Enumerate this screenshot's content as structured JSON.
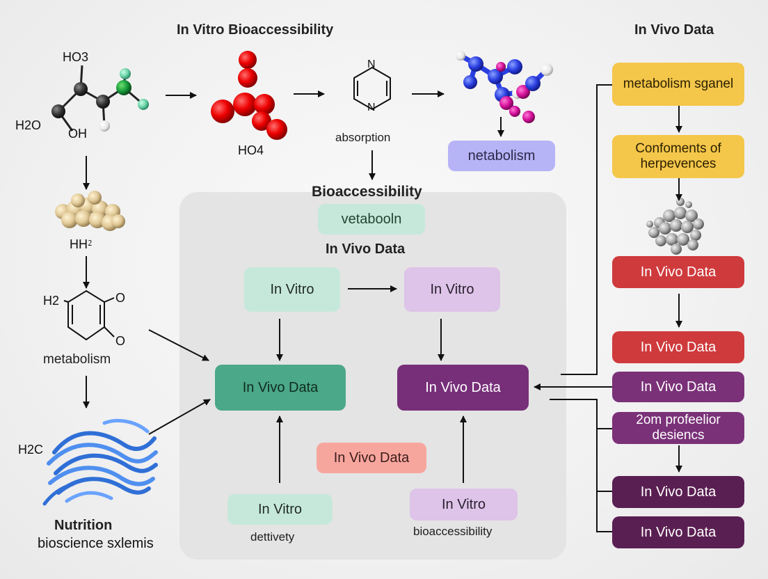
{
  "titles": {
    "in_vitro_bioaccessibility": "In Vitro Bioaccessibility",
    "in_vivo_data_top_right": "In Vivo Data",
    "bioaccessibility": "Bioaccessibility",
    "in_vivo_data_center": "In Vivo Data",
    "nutrition_line1": "Nutrition",
    "nutrition_line2": "bioscience sxlemis"
  },
  "labels": {
    "ho3": "HO3",
    "h2o": "H2O",
    "oh": "OH",
    "ho4": "HO4",
    "absorption": "absorption",
    "hh": "HH⁲",
    "h2_ring": "H2",
    "o_top": "O",
    "o_bottom": "O",
    "n_top": "N",
    "n_bottom": "N",
    "metabolism_left": "metabolism",
    "h2c": "H2C",
    "dettivety": "dettivety",
    "bioaccessibility_small": "bioaccessibility"
  },
  "boxes": {
    "netabolism": "netabolism",
    "vetaboln": "vetabooln",
    "in_vitro_1": "In Vitro",
    "in_vitro_2": "In Vitro",
    "in_vivo_green": "In Vivo Data",
    "in_vivo_purple": "In Vivo Data",
    "in_vivo_salmon": "In Vivo Data",
    "in_vitro_bottom_left": "In Vitro",
    "in_vitro_bottom_right": "In Vitro",
    "right_1": "metabolism sganel",
    "right_2": "Confoments of herpevences",
    "right_3": "In Vivo Data",
    "right_4": "In Vivo Data",
    "right_5": "In Vivo Data",
    "right_6": "2om profeelior desiencs",
    "right_7": "In Vivo Data",
    "right_8": "In Vivo Data"
  },
  "colors": {
    "mint": "#c6e8da",
    "lavender": "#ddc4e8",
    "green_dark": "#4ba888",
    "purple_dark": "#772f79",
    "salmon": "#f7a69e",
    "periwinkle": "#b6b3f6",
    "yellow": "#f4c64a",
    "red": "#cf3a3c",
    "plum": "#7a3178",
    "plum_dark": "#5a1f52"
  }
}
